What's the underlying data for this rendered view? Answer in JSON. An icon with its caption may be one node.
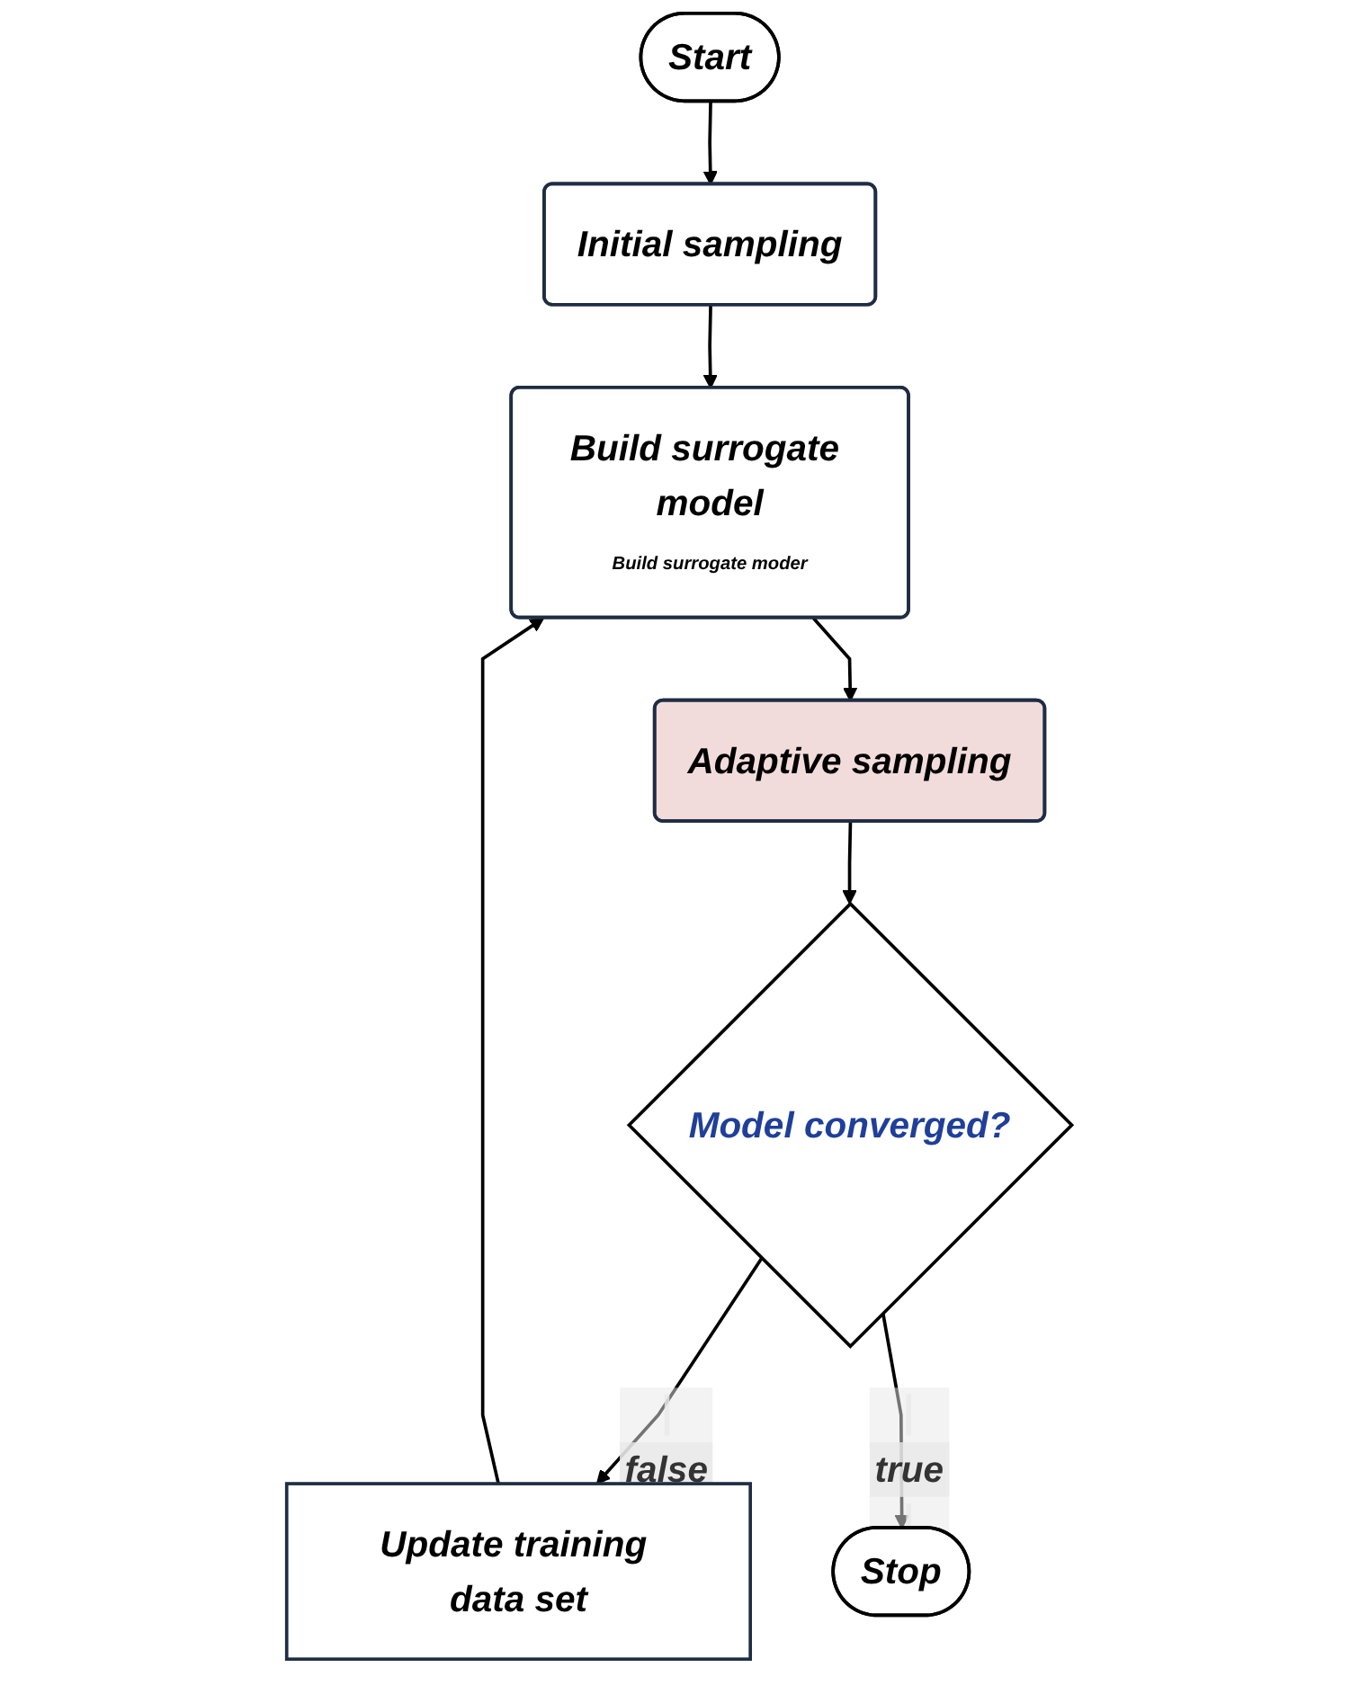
{
  "diagram": {
    "nodes": [
      {
        "text": [
          "Start"
        ]
      },
      {
        "text": [
          "Initial sampling"
        ]
      },
      {
        "text": [
          "Build surrogate model",
          "Build surrogate moder"
        ]
      },
      {
        "text": [
          "Adaptive sampling"
        ]
      },
      {
        "text": [
          "Model converged?"
        ]
      },
      {
        "text": [
          "Update training data set"
        ]
      },
      {
        "text": [
          "Stop"
        ]
      }
    ],
    "edges": [
      {
        "from": 0,
        "to": 1,
        "arrow": "to"
      },
      {
        "from": 1,
        "to": 2,
        "arrow": "to"
      },
      {
        "from": 2,
        "to": 3,
        "arrow": "to"
      },
      {
        "from": 3,
        "to": 4,
        "arrow": "to"
      },
      {
        "from": 4,
        "to": 5,
        "arrow": "to",
        "label": "false"
      },
      {
        "from": 5,
        "to": 2,
        "arrow": "to"
      },
      {
        "from": 4,
        "to": 6,
        "arrow": "to",
        "label": "true"
      }
    ]
  }
}
